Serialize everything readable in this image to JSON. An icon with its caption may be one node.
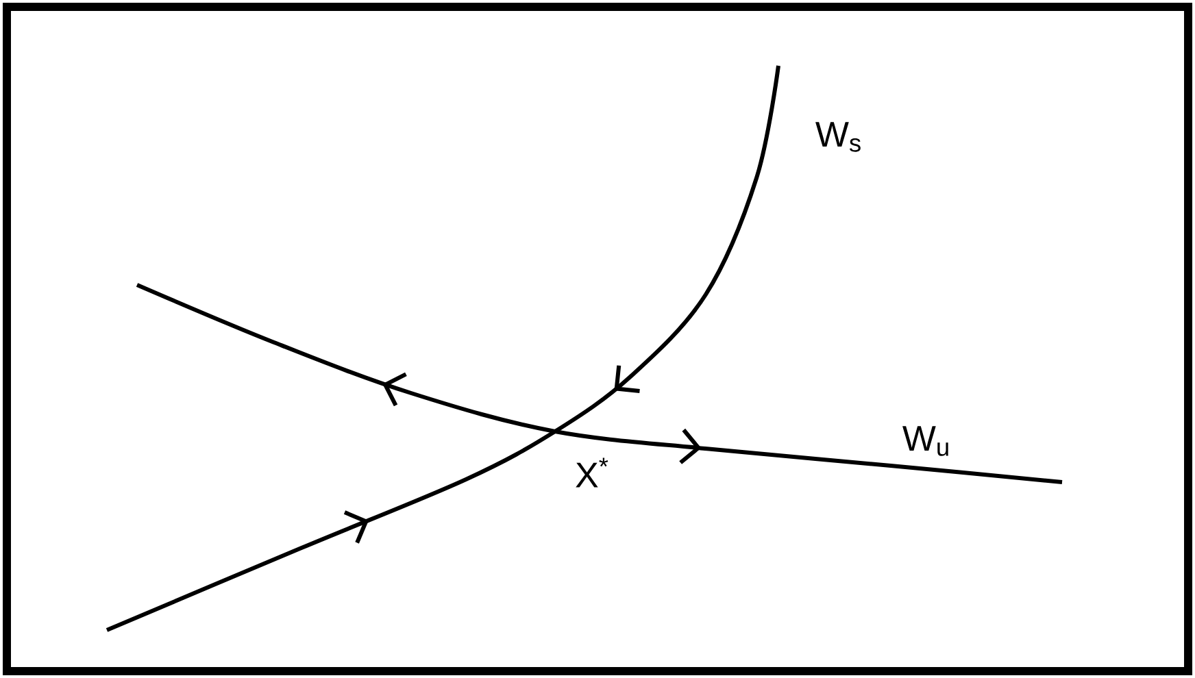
{
  "diagram": {
    "labels": [
      "W$_{s}$",
      "W$_{u}$",
      "X$^{*}$"
    ]
  }
}
